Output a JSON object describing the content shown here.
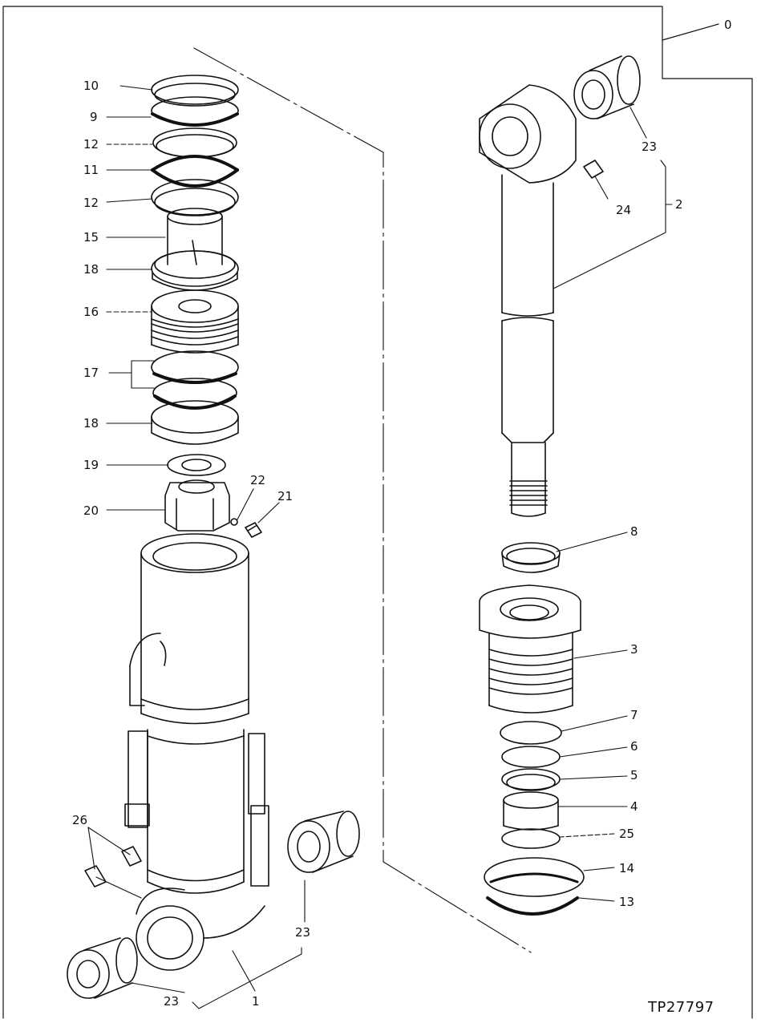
{
  "drawing": {
    "id": "TP27797",
    "assembly_callout": "0"
  },
  "callouts": {
    "c10": "10",
    "c9": "9",
    "c12a": "12",
    "c11": "11",
    "c12b": "12",
    "c15": "15",
    "c18a": "18",
    "c16": "16",
    "c17": "17",
    "c18b": "18",
    "c19": "19",
    "c20": "20",
    "c22": "22",
    "c21": "21",
    "c26": "26",
    "c23a": "23",
    "c23b": "23",
    "c23c": "23",
    "c1": "1",
    "c2": "2",
    "c24": "24",
    "c8": "8",
    "c3": "3",
    "c7": "7",
    "c6": "6",
    "c5": "5",
    "c4": "4",
    "c25": "25",
    "c14": "14",
    "c13": "13"
  }
}
